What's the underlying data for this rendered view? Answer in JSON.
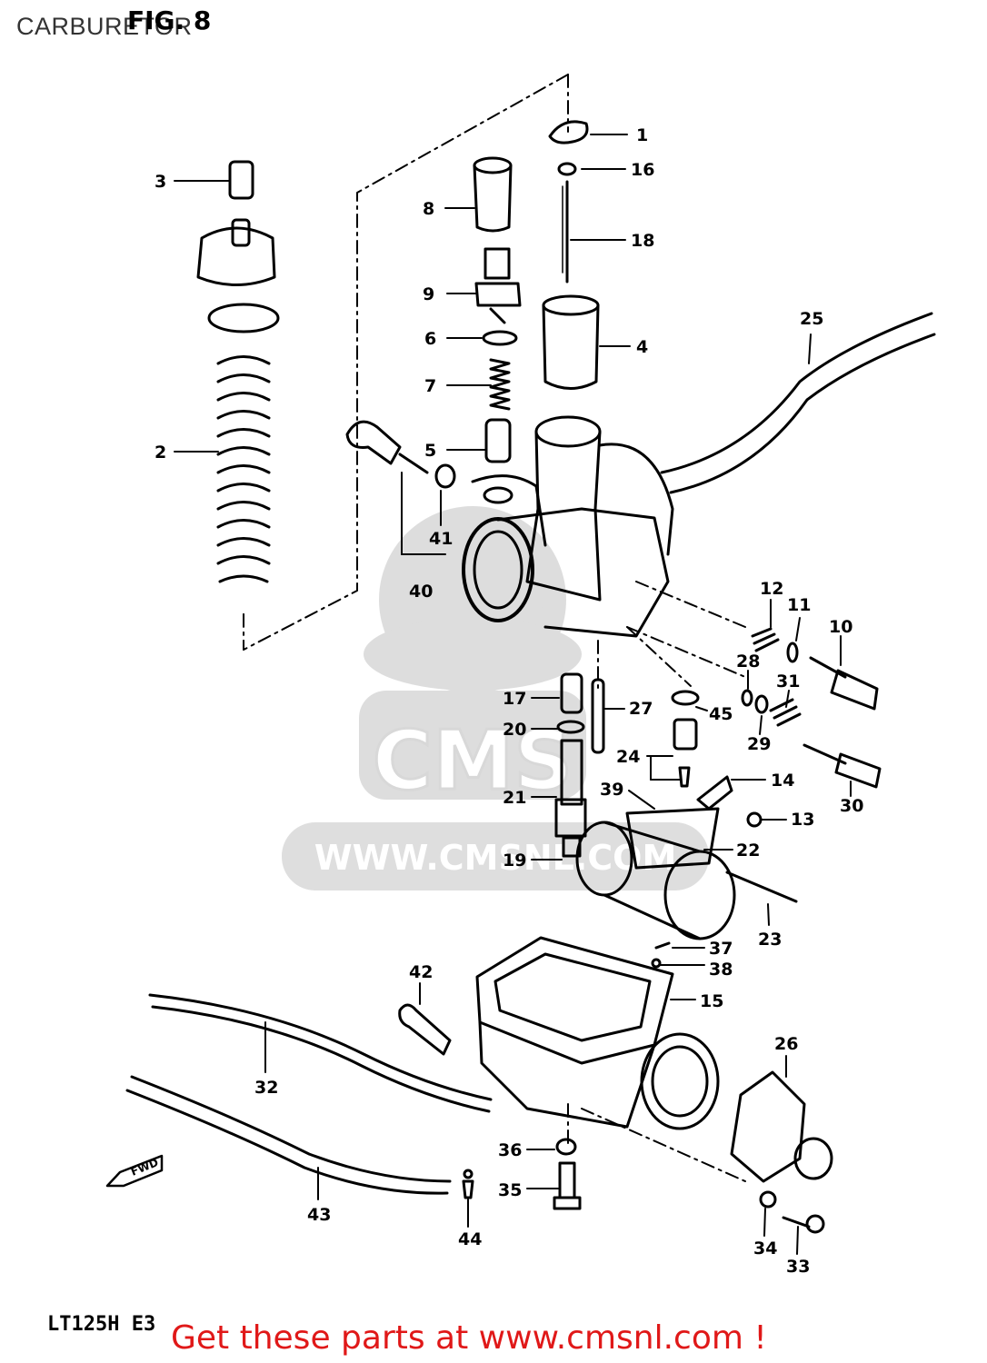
{
  "header": {
    "title": "CARBURETOR",
    "figure": "FIG. 8"
  },
  "watermark": {
    "brand": "CMS",
    "url": "WWW.CMSNL.COM"
  },
  "footer": {
    "model_code": "LT125H  E3",
    "cta": "Get these parts at www.cmsnl.com !"
  },
  "colors": {
    "ink": "#000000",
    "cta": "#e01818",
    "watermark": "#d8d8d8"
  },
  "direction_marker": "FWD",
  "callouts": [
    "1",
    "2",
    "3",
    "4",
    "5",
    "6",
    "7",
    "8",
    "9",
    "10",
    "11",
    "12",
    "13",
    "14",
    "15",
    "16",
    "17",
    "18",
    "19",
    "20",
    "21",
    "22",
    "23",
    "24",
    "25",
    "26",
    "27",
    "28",
    "29",
    "30",
    "31",
    "32",
    "33",
    "34",
    "35",
    "36",
    "37",
    "38",
    "39",
    "40",
    "41",
    "42",
    "43",
    "44",
    "45"
  ]
}
